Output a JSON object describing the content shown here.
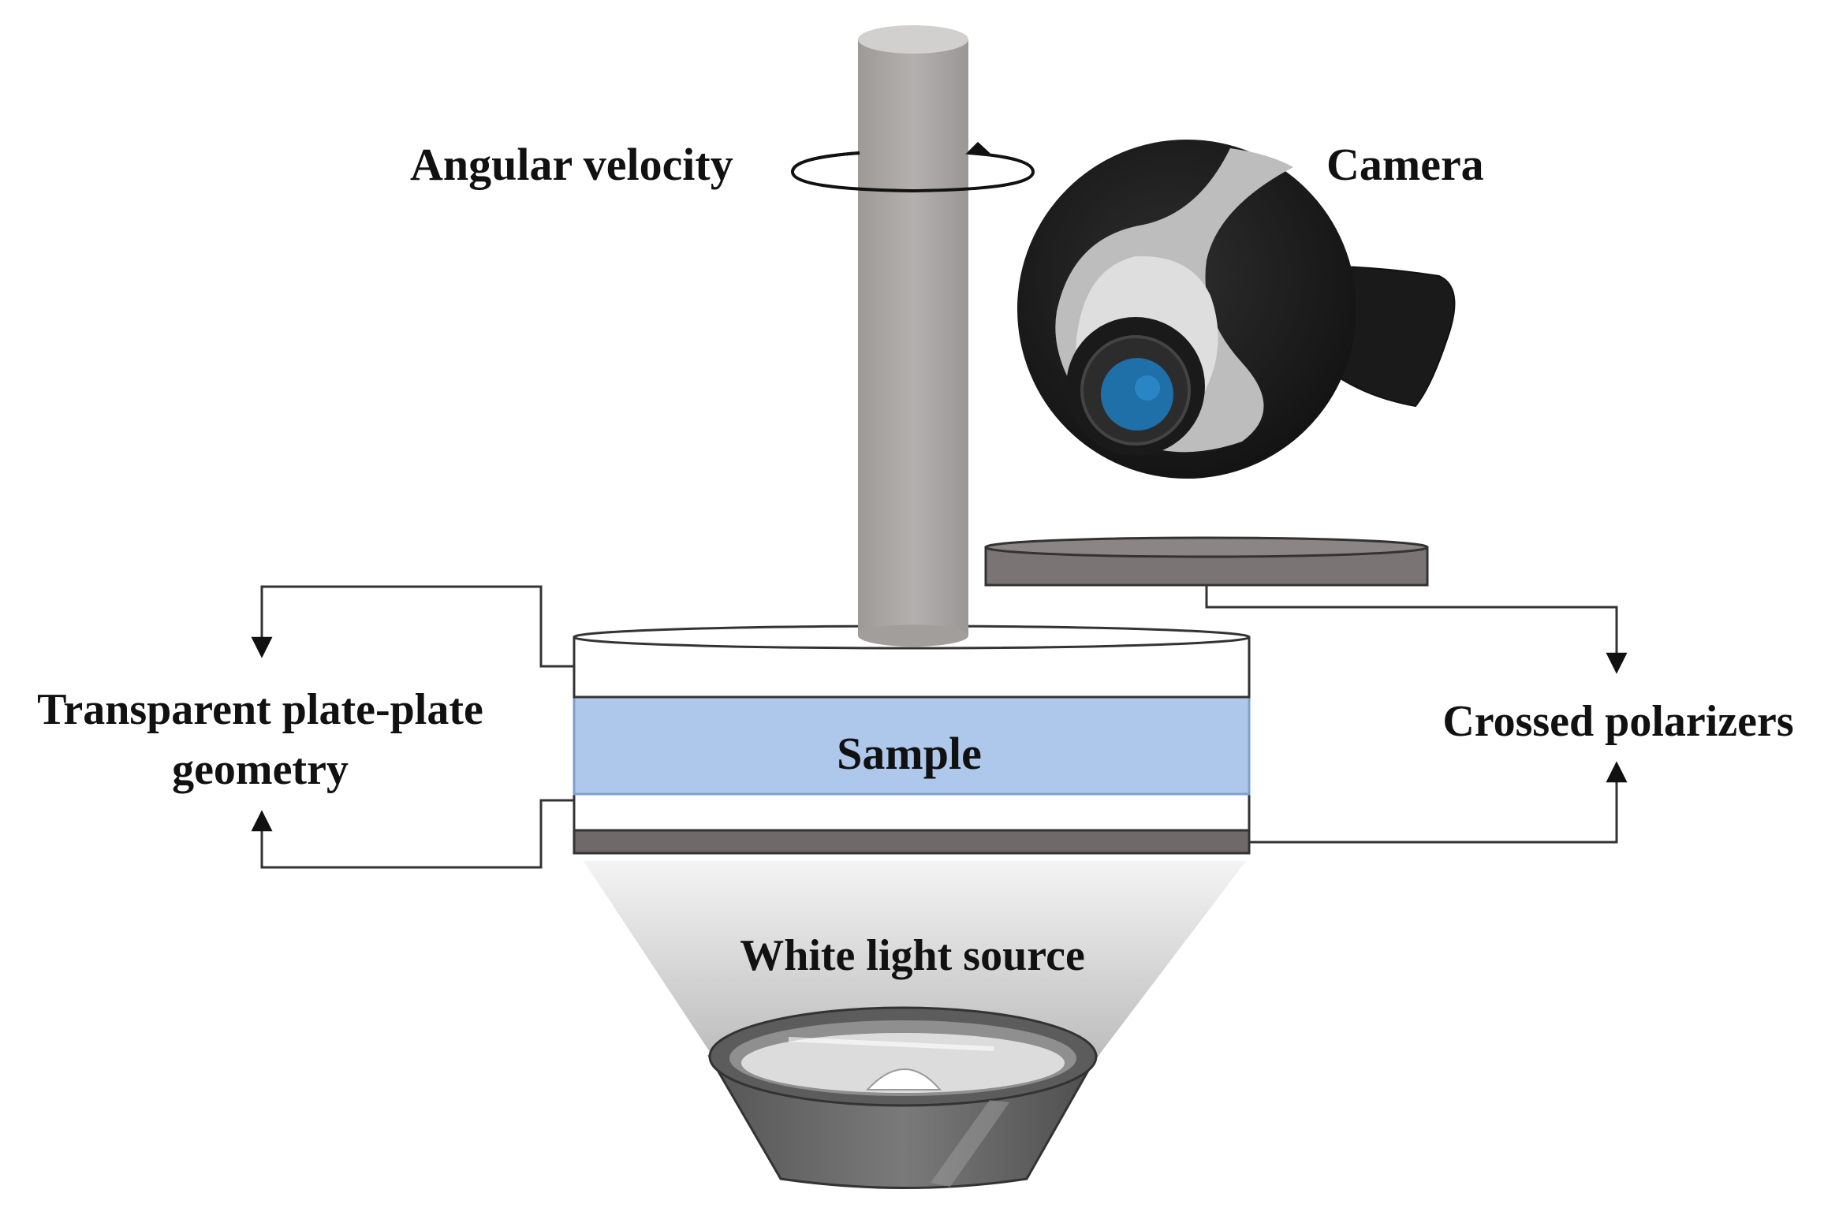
{
  "labels": {
    "angular_velocity": "Angular velocity",
    "camera": "Camera",
    "transparent_geometry_line1": "Transparent plate-plate",
    "transparent_geometry_line2": "geometry",
    "sample": "Sample",
    "crossed_polarizers": "Crossed polarizers",
    "white_light_source": "White light source"
  },
  "colors": {
    "shaft": "#a9a6a4",
    "shaft_top": "#d2d0cf",
    "sample": "#aec8eb",
    "sample_edge": "#7e9fcf",
    "polarizer": "#7a7574",
    "camera_body": "#1c1c1c",
    "camera_ring": "#bcbcbc",
    "lens_blue": "#1f6fa8",
    "lamp_body": "#6b6b6b",
    "light_cone": "#d9d9d9",
    "line": "#444444"
  }
}
